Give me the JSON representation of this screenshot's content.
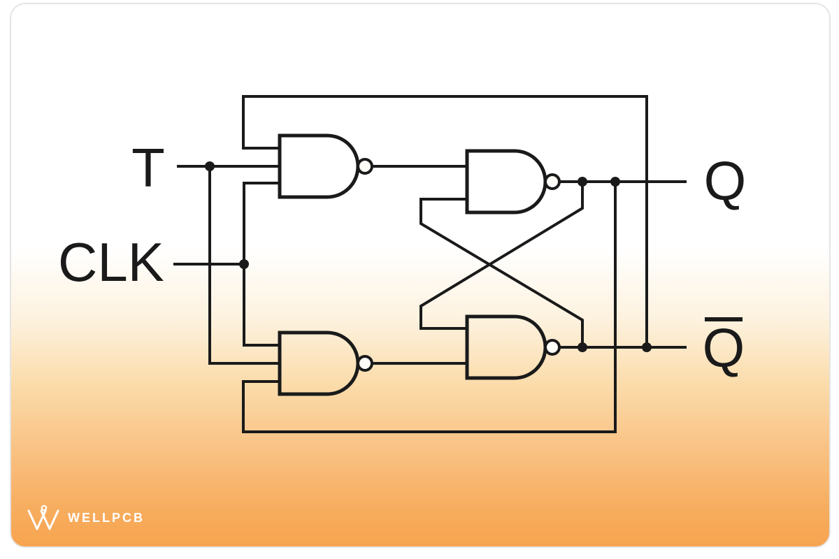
{
  "diagram": {
    "type": "logic-circuit",
    "subject": "T flip-flop built from four NAND gates with cross-coupled feedback",
    "labels": {
      "input_t": "T",
      "input_clk": "CLK",
      "output_q": "Q",
      "output_q_bar": "Q"
    },
    "gates": [
      {
        "id": "gate-1",
        "type": "NAND",
        "position": "top-left",
        "inputs": [
          "Q-bar feedback",
          "T",
          "CLK"
        ]
      },
      {
        "id": "gate-2",
        "type": "NAND",
        "position": "bottom-left",
        "inputs": [
          "CLK",
          "T",
          "Q feedback"
        ]
      },
      {
        "id": "gate-3",
        "type": "NAND",
        "position": "top-right",
        "inputs": [
          "gate-1 output",
          "Q-bar cross-coupling"
        ],
        "output": "Q"
      },
      {
        "id": "gate-4",
        "type": "NAND",
        "position": "bottom-right",
        "inputs": [
          "Q cross-coupling",
          "gate-2 output"
        ],
        "output": "Q-bar"
      }
    ]
  },
  "watermark": {
    "brand": "WELLPCB"
  },
  "colors": {
    "line": "#1a1a1a",
    "card_border": "#e4e4e4",
    "gradient_top": "#ffffff",
    "gradient_bottom": "#f7a44f",
    "watermark_text": "#ffffff"
  }
}
